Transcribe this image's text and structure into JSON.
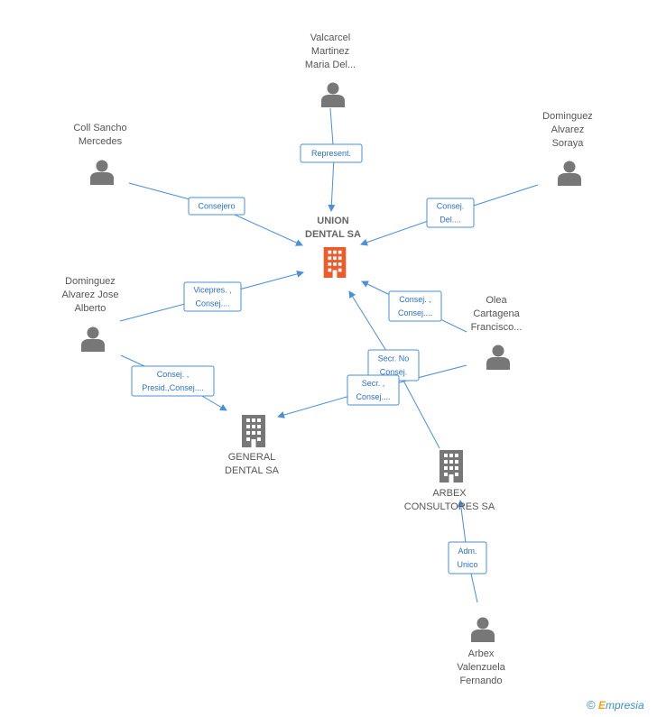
{
  "colors": {
    "edge": "#4a8fd9",
    "person": "#777777",
    "company": "#777777",
    "company_focus": "#f05a28",
    "label_text": "#2a6fc9"
  },
  "nodes": [
    {
      "id": "union",
      "type": "company_focus",
      "lines": [
        "UNION",
        "DENTAL SA"
      ]
    },
    {
      "id": "valcarcel",
      "type": "person",
      "lines": [
        "Valcarcel",
        "Martinez",
        "Maria Del..."
      ]
    },
    {
      "id": "coll",
      "type": "person",
      "lines": [
        "Coll Sancho",
        "Mercedes"
      ]
    },
    {
      "id": "dominguez_s",
      "type": "person",
      "lines": [
        "Dominguez",
        "Alvarez",
        "Soraya"
      ]
    },
    {
      "id": "dominguez_j",
      "type": "person",
      "lines": [
        "Dominguez",
        "Alvarez Jose",
        "Alberto"
      ]
    },
    {
      "id": "olea",
      "type": "person",
      "lines": [
        "Olea",
        "Cartagena",
        "Francisco..."
      ]
    },
    {
      "id": "general",
      "type": "company",
      "lines": [
        "GENERAL",
        "DENTAL SA"
      ]
    },
    {
      "id": "arbex_c",
      "type": "company",
      "lines": [
        "ARBEX",
        "CONSULTORES SA"
      ]
    },
    {
      "id": "arbex_v",
      "type": "person",
      "lines": [
        "Arbex",
        "Valenzuela",
        "Fernando"
      ]
    }
  ],
  "edges": [
    {
      "id": "e1",
      "from": "valcarcel",
      "to": "union",
      "lines": [
        "Represent."
      ]
    },
    {
      "id": "e2",
      "from": "coll",
      "to": "union",
      "lines": [
        "Consejero"
      ]
    },
    {
      "id": "e3",
      "from": "dominguez_s",
      "to": "union",
      "lines": [
        "Consej.",
        "Del...."
      ]
    },
    {
      "id": "e4",
      "from": "dominguez_j",
      "to": "union",
      "lines": [
        "Vicepres. ,",
        "Consej...."
      ]
    },
    {
      "id": "e5",
      "from": "olea",
      "to": "union",
      "lines": [
        "Consej. ,",
        "Consej...."
      ]
    },
    {
      "id": "e6",
      "from": "dominguez_j",
      "to": "general",
      "lines": [
        "Consej. ,",
        "Presid.,Consej...."
      ]
    },
    {
      "id": "e7",
      "from": "arbex_c",
      "to": "union",
      "lines": [
        "Secr.  No",
        "Consej."
      ]
    },
    {
      "id": "e8",
      "from": "olea",
      "to": "general",
      "lines": [
        "Secr. ,",
        "Consej...."
      ]
    },
    {
      "id": "e9",
      "from": "arbex_v",
      "to": "arbex_c",
      "lines": [
        "Adm.",
        "Unico"
      ]
    }
  ],
  "footer": {
    "copyright": "©",
    "brand_initial": "E",
    "brand_rest": "mpresia"
  }
}
